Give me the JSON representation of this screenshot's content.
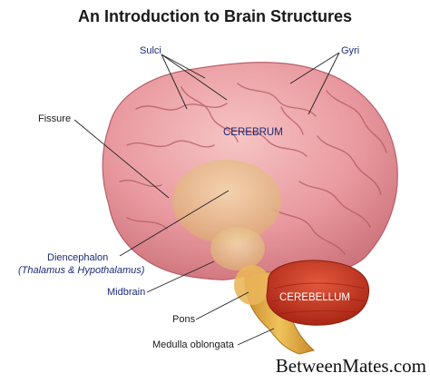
{
  "title": "An Introduction to Brain Structures",
  "labels": {
    "sulci": "Sulci",
    "gyri": "Gyri",
    "fissure": "Fissure",
    "cerebrum": "CEREBRUM",
    "diencephalon": "Diencephalon",
    "diencephalon_sub": "(Thalamus & Hypothalamus)",
    "midbrain": "Midbrain",
    "pons": "Pons",
    "medulla": "Medulla oblongata",
    "cerebellum": "CEREBELLUM"
  },
  "watermark": "BetweenMates.com",
  "colors": {
    "cerebrum": "#e99aa0",
    "cerebrum_dark": "#c86c74",
    "deep_structures": "#e8c48a",
    "brainstem": "#e6b04a",
    "cerebellum": "#c8331f",
    "label_text": "#1b2a7a"
  }
}
